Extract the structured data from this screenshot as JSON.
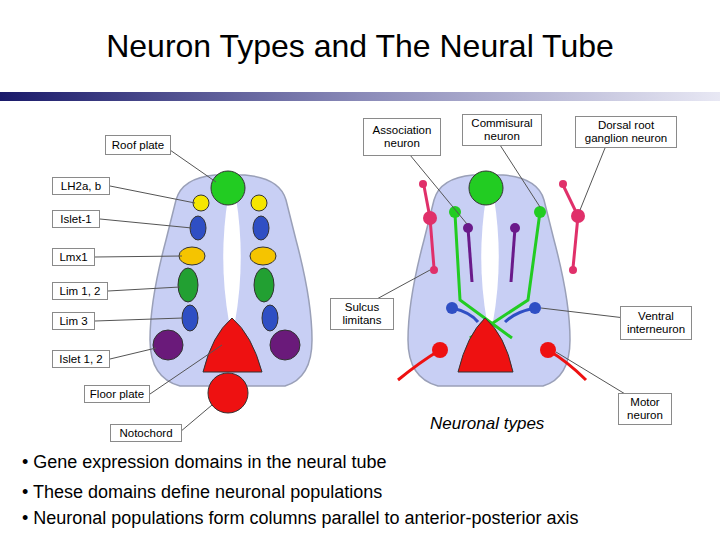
{
  "diagram": {
    "title": "Neuron Types and The Neural Tube",
    "nodes": [
      {
        "text": [
          "Roof plate"
        ]
      },
      {
        "text": [
          "Association neuron"
        ]
      },
      {
        "text": [
          "Commisural neuron"
        ]
      },
      {
        "text": [
          "Dorsal root ganglion neuron"
        ]
      },
      {
        "text": [
          "LH2a, b"
        ]
      },
      {
        "text": [
          "Islet-1"
        ]
      },
      {
        "text": [
          "Lmx1"
        ]
      },
      {
        "text": [
          "Lim 1, 2"
        ]
      },
      {
        "text": [
          "Sulcus limitans"
        ]
      },
      {
        "text": [
          "Ventral interneuron"
        ]
      },
      {
        "text": [
          "Lim 3"
        ]
      },
      {
        "text": [
          "Islet 1, 2"
        ]
      },
      {
        "text": [
          "Floor plate"
        ]
      },
      {
        "text": [
          "Motor neuron"
        ]
      },
      {
        "text": [
          "Notochord"
        ]
      }
    ],
    "edges": [],
    "labels": [
      "Neuronal types",
      "• Gene expression domains in the neural tube",
      "• These domains define neuronal populations",
      "• Neuronal populations form columns parallel to anterior-posterior axis"
    ]
  }
}
